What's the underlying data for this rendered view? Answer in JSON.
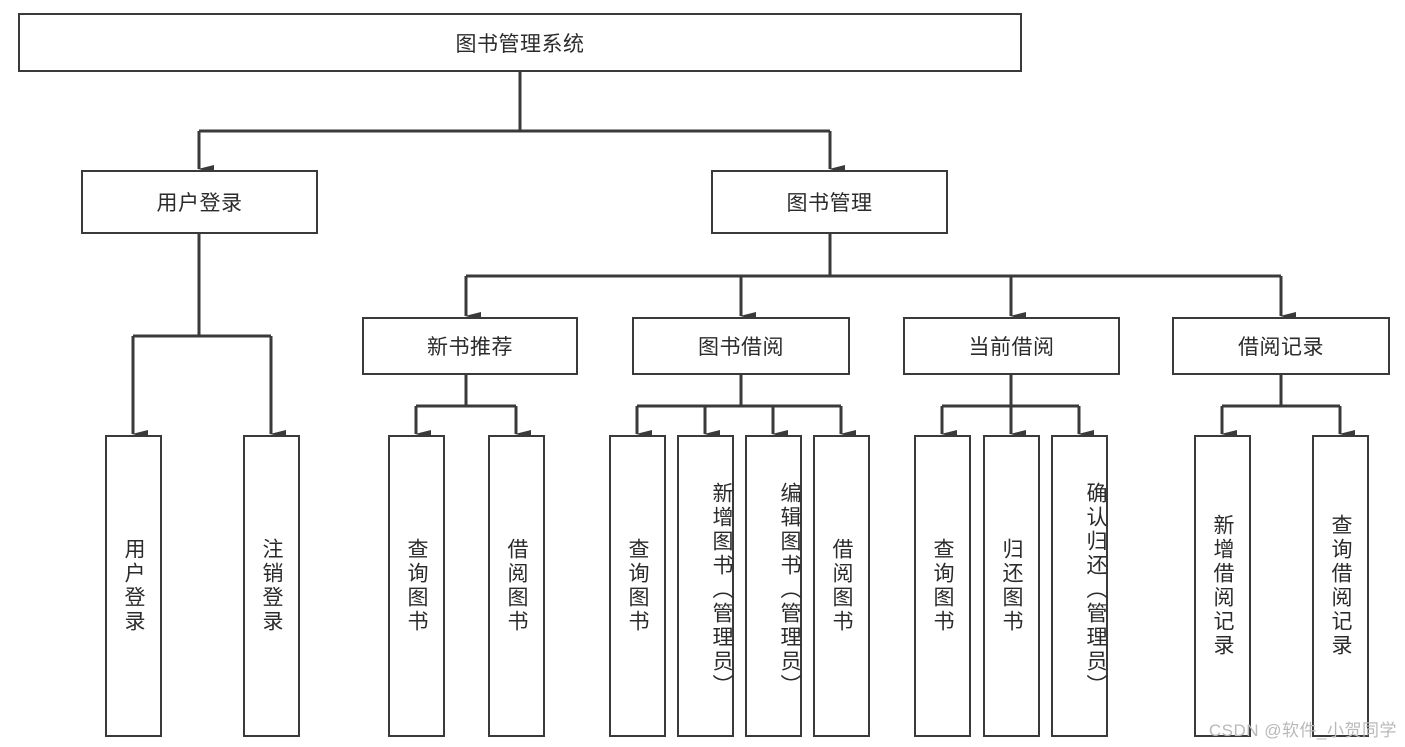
{
  "diagram": {
    "type": "tree",
    "title": "图书管理系统",
    "root": {
      "label": "图书管理系统"
    },
    "level2": [
      {
        "label": "用户登录"
      },
      {
        "label": "图书管理"
      }
    ],
    "level3": [
      {
        "label": "新书推荐"
      },
      {
        "label": "图书借阅"
      },
      {
        "label": "当前借阅"
      },
      {
        "label": "借阅记录"
      }
    ],
    "leaves": {
      "user_login": [
        {
          "label": "用户登录"
        },
        {
          "label": "注销登录"
        }
      ],
      "new_book_recommend": [
        {
          "label": "查询图书"
        },
        {
          "label": "借阅图书"
        }
      ],
      "book_borrow": [
        {
          "label": "查询图书"
        },
        {
          "label": "新增图书（管理员）"
        },
        {
          "label": "编辑图书（管理员）"
        },
        {
          "label": "借阅图书"
        }
      ],
      "current_borrow": [
        {
          "label": "查询图书"
        },
        {
          "label": "归还图书"
        },
        {
          "label": "确认归还（管理员）"
        }
      ],
      "borrow_records": [
        {
          "label": "新增借阅记录"
        },
        {
          "label": "查询借阅记录"
        }
      ]
    }
  },
  "watermark": {
    "text": "CSDN @软件_小贺同学"
  },
  "colors": {
    "background": "#ffffff",
    "stroke": "#3a3a3a",
    "text": "#2b2b2b",
    "watermark": "#b9b9b9"
  }
}
